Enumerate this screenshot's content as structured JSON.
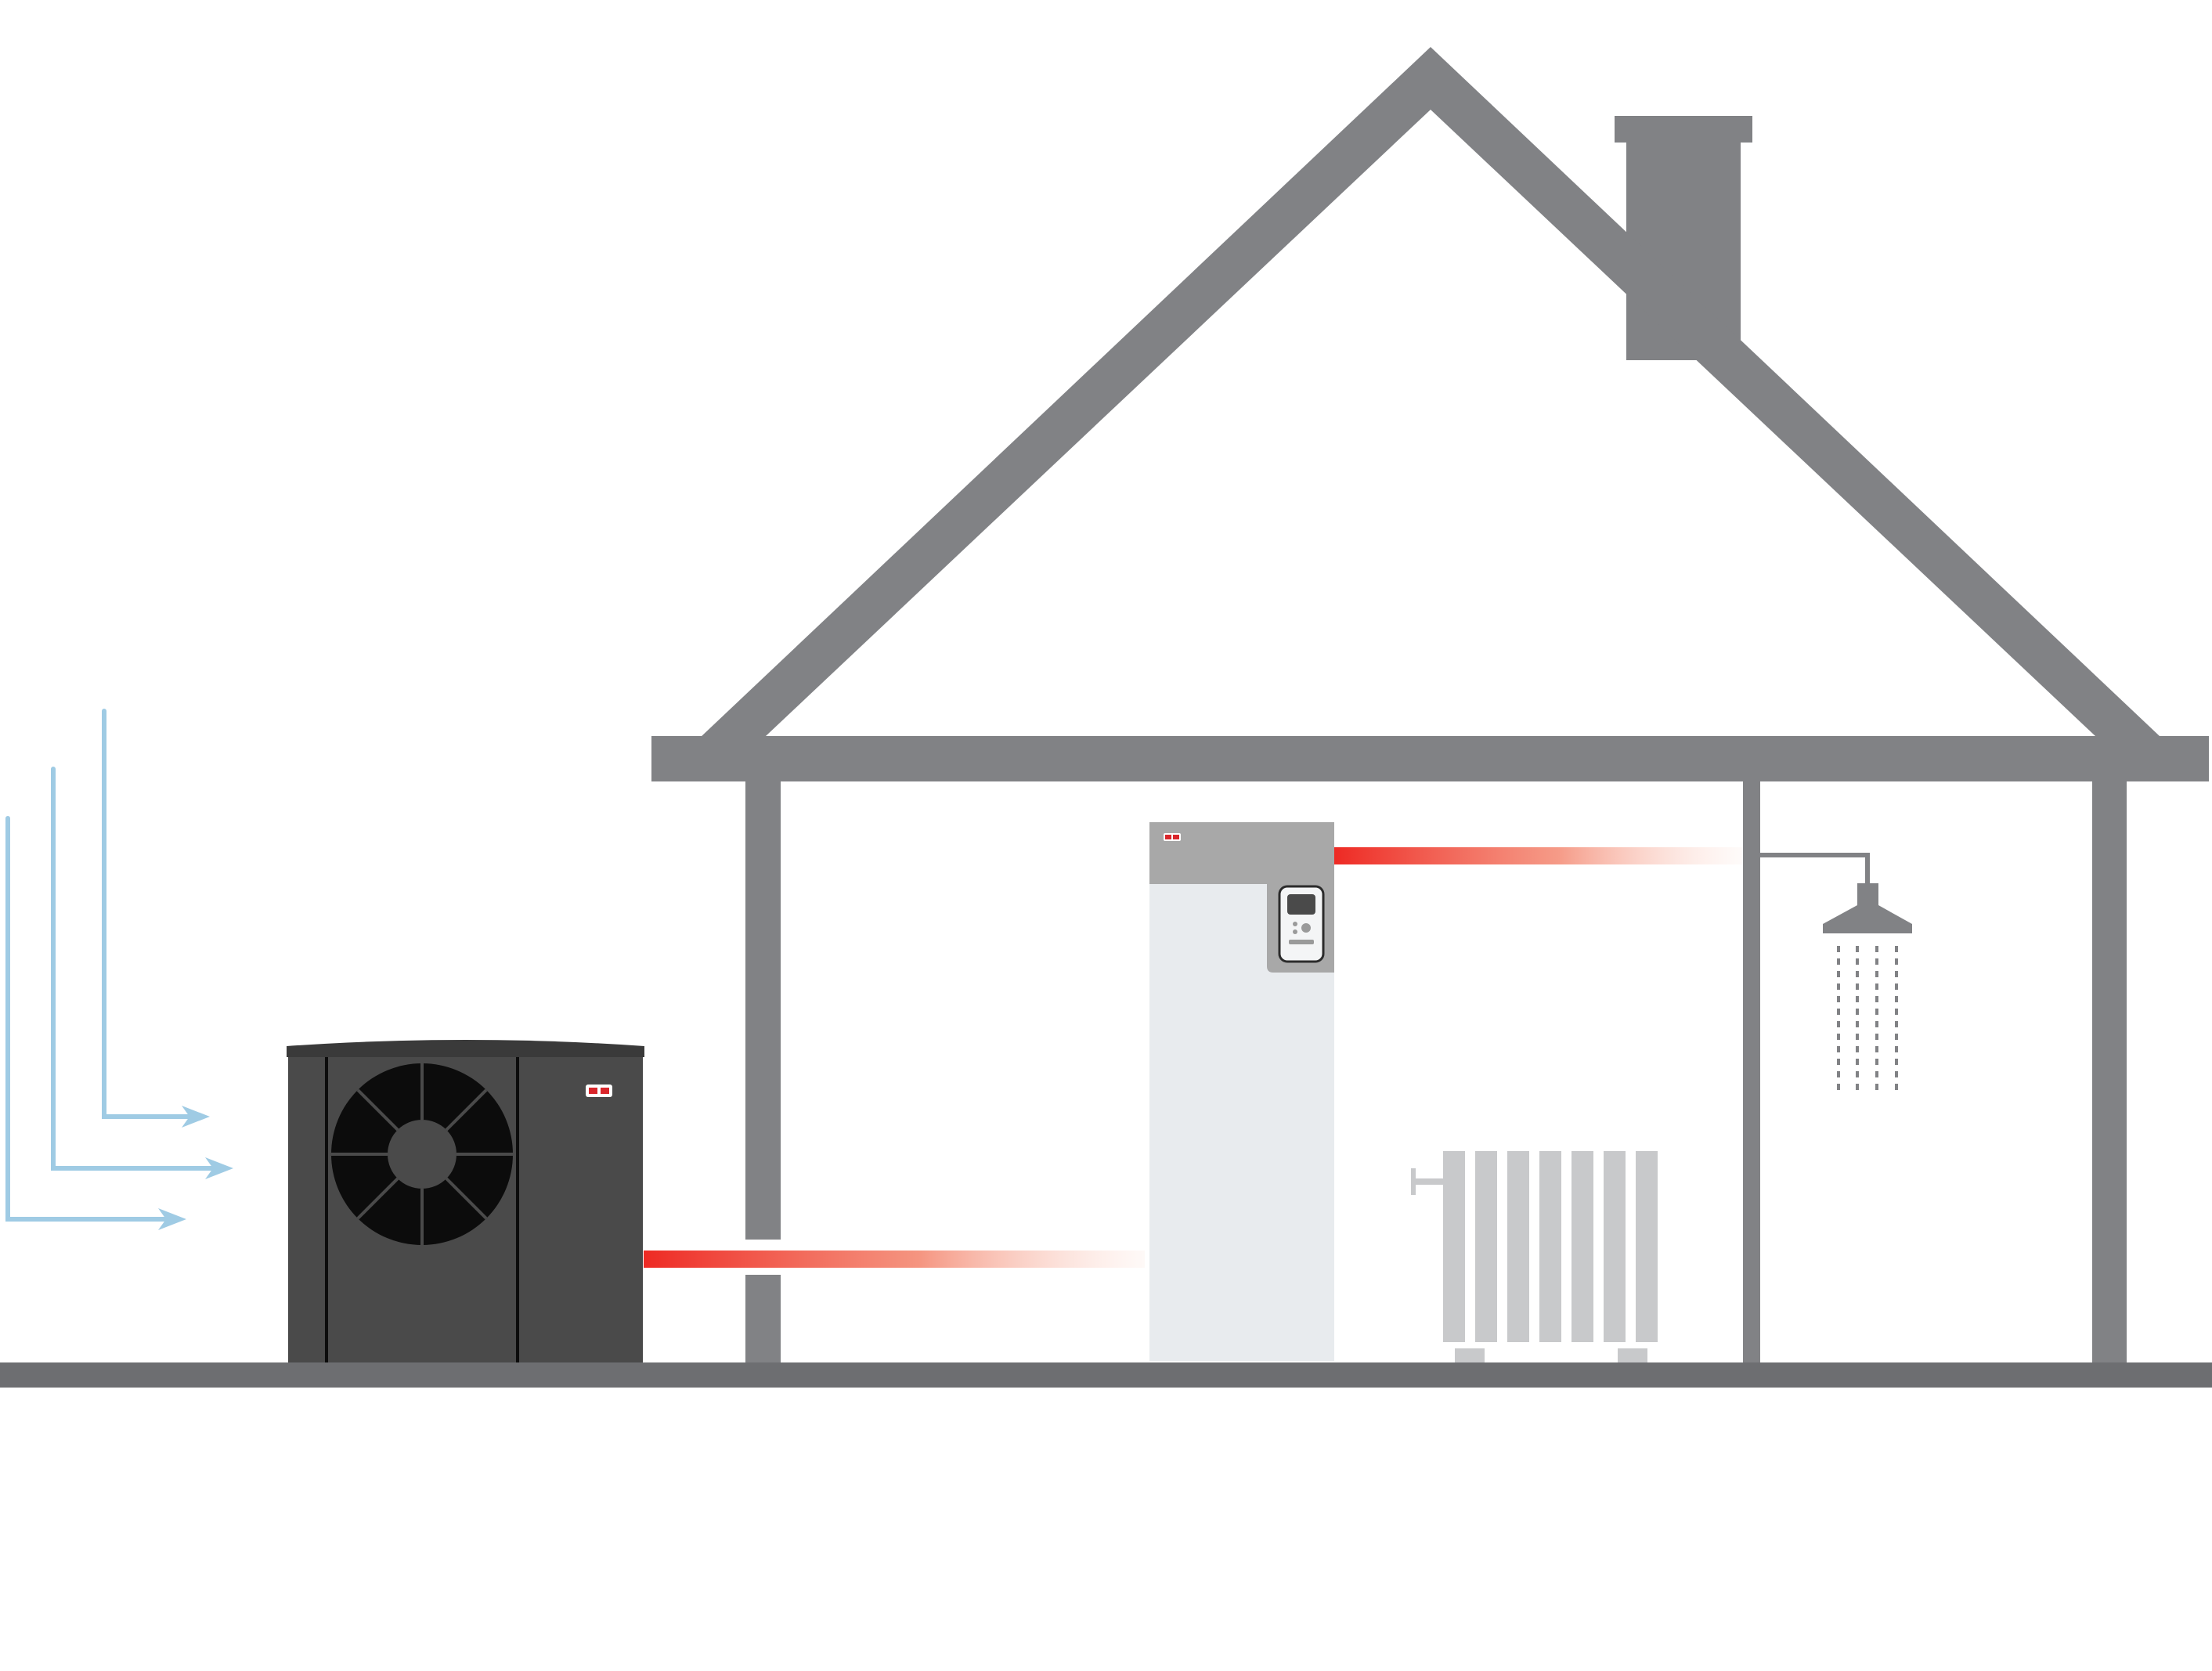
{
  "diagram": {
    "title": "",
    "colors": {
      "structure": "#818285",
      "ground": "#6d6e71",
      "outdoor_unit": "#4a4a4a",
      "outdoor_unit_dark": "#0c0c0c",
      "outdoor_unit_top": "#3a3a3a",
      "indoor_unit_top": "#a8a8a8",
      "indoor_unit_body": "#e8ebee",
      "radiator": "#c8c9cb",
      "air_flow": "#9fcbe4",
      "hot_pipe": "#ee2a24",
      "brand_mark": "#d9262b"
    },
    "components": {
      "outdoor_unit": {
        "icon": "heat-pump-outdoor-unit-icon",
        "logo": "brand-logo-icon"
      },
      "indoor_unit": {
        "icon": "indoor-heat-pump-tank-icon",
        "logo": "brand-logo-icon",
        "control_panel": "control-panel-icon"
      },
      "radiator": {
        "icon": "radiator-icon",
        "section_count": 7
      },
      "shower": {
        "icon": "shower-icon",
        "water_stream_count": 4
      },
      "air_intake": {
        "icon": "air-flow-arrow-icon",
        "arrow_count": 3
      },
      "pipes": [
        {
          "from": "outdoor_unit",
          "to": "indoor_unit",
          "type": "hot-water"
        },
        {
          "from": "indoor_unit",
          "to": "shower",
          "type": "hot-water"
        }
      ]
    }
  }
}
